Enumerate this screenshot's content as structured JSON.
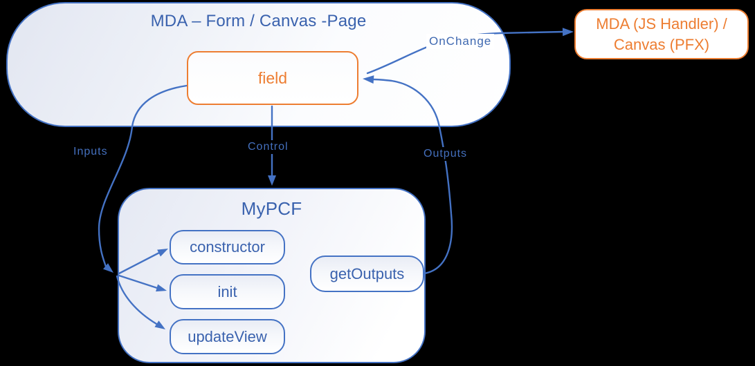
{
  "diagram": {
    "background_color": "#000000",
    "accent_blue": "#4472C4",
    "accent_orange": "#ED7D31",
    "containers": {
      "mda": {
        "title": "MDA – Form / Canvas -Page"
      },
      "mypcf": {
        "title": "MyPCF"
      }
    },
    "nodes": {
      "field": {
        "label": "field"
      },
      "handler": {
        "line1": "MDA (JS Handler) /",
        "line2": "Canvas (PFX)"
      },
      "constructor": {
        "label": "constructor"
      },
      "init": {
        "label": "init"
      },
      "updateView": {
        "label": "updateView"
      },
      "getOutputs": {
        "label": "getOutputs"
      }
    },
    "edges": {
      "onchange": {
        "label": "OnChange"
      },
      "inputs": {
        "label": "Inputs"
      },
      "control": {
        "label": "Control"
      },
      "outputs": {
        "label": "Outputs"
      }
    }
  }
}
